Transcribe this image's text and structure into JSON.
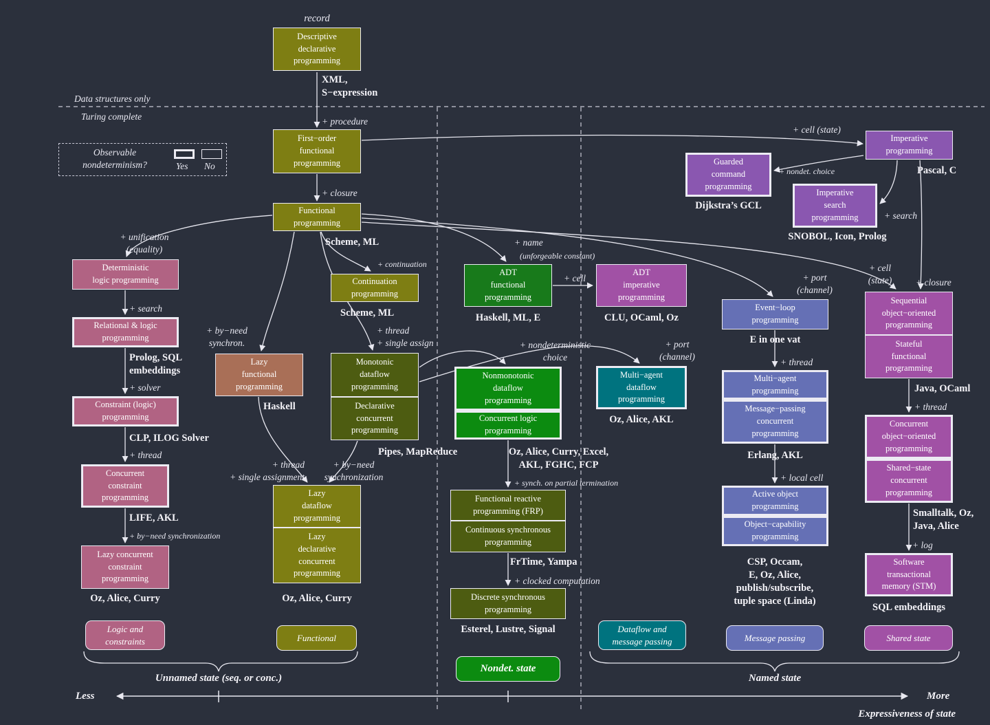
{
  "colors": {
    "background": "#2b303c",
    "line": "#e8e8f0",
    "olive": "#7e7e13",
    "dark_olive_green": "#4d5c11",
    "green": "#187a1b",
    "bright_green": "#0c8b10",
    "rose": "#b16383",
    "brown": "#a96f57",
    "teal": "#00737f",
    "slate_blue": "#6570b5",
    "purple": "#8a57b0",
    "magenta": "#a151a5"
  },
  "legend": {
    "title": "Observable\nnondeterminism?",
    "yes": "Yes",
    "no": "No"
  },
  "boxes": {
    "descriptive": "Descriptive\ndeclarative\nprogramming",
    "first_order": "First−order\nfunctional\nprogramming",
    "functional": "Functional\nprogramming",
    "continuation": "Continuation\nprogramming",
    "det_logic": "Deterministic\nlogic programming",
    "relational": "Relational & logic\nprogramming",
    "constraint": "Constraint (logic)\nprogramming",
    "conc_constraint": "Concurrent\nconstraint\nprogramming",
    "lazy_conc_constraint": "Lazy concurrent\nconstraint\nprogramming",
    "lazy_functional": "Lazy\nfunctional\nprogramming",
    "monotonic": "Monotonic\ndataflow\nprogramming",
    "declarative_conc": "Declarative\nconcurrent\nprogramming",
    "lazy_dataflow": "Lazy\ndataflow\nprogramming",
    "lazy_decl_conc": "Lazy\ndeclarative\nconcurrent\nprogramming",
    "adt_functional": "ADT\nfunctional\nprogramming",
    "adt_imperative": "ADT\nimperative\nprogramming",
    "nonmonotonic": "Nonmonotonic\ndataflow\nprogramming",
    "conc_logic": "Concurrent logic\nprogramming",
    "frp": "Functional reactive\nprogramming (FRP)",
    "cont_sync": "Continuous synchronous\nprogramming",
    "discrete_sync": "Discrete synchronous\nprogramming",
    "multi_agent_df": "Multi−agent\ndataflow\nprogramming",
    "event_loop": "Event−loop\nprogramming",
    "multi_agent": "Multi−agent\nprogramming",
    "msg_passing": "Message−passing\nconcurrent\nprogramming",
    "active_object": "Active object\nprogramming",
    "obj_capability": "Object−capability\nprogramming",
    "imperative": "Imperative\nprogramming",
    "guarded": "Guarded\ncommand\nprogramming",
    "imp_search": "Imperative\nsearch\nprogramming",
    "seq_oo": "Sequential\nobject−oriented\nprogramming",
    "stateful_fn": "Stateful\nfunctional\nprogramming",
    "conc_oo": "Concurrent\nobject−oriented\nprogramming",
    "shared_conc": "Shared−state\nconcurrent\nprogramming",
    "stm": "Software\ntransactional\nmemory (STM)"
  },
  "caps": {
    "xml": "XML,\nS−expression",
    "scheme1": "Scheme, ML",
    "scheme2": "Scheme, ML",
    "prolog": "Prolog, SQL\nembeddings",
    "clp": "CLP, ILOG Solver",
    "life": "LIFE, AKL",
    "oacc1": "Oz, Alice, Curry",
    "haskell": "Haskell",
    "pipes": "Pipes, MapReduce",
    "oacc2": "Oz, Alice, Curry",
    "hmle": "Haskell, ML, E",
    "clu": "CLU, OCaml, Oz",
    "ozexcel": "Oz, Alice, Curry, Excel,\nAKL, FGHC, FCP",
    "frtime": "FrTime, Yampa",
    "esterel": "Esterel, Lustre, Signal",
    "ozakl": "Oz, Alice, AKL",
    "evat": "E in one vat",
    "erlang": "Erlang, AKL",
    "csp": "CSP, Occam,\nE, Oz, Alice,\npublish/subscribe,\ntuple space (Linda)",
    "pascal": "Pascal, C",
    "gcl": "Dijkstra’s GCL",
    "snobol": "SNOBOL, Icon, Prolog",
    "java": "Java, OCaml",
    "smalltalk": "Smalltalk, Oz,\nJava, Alice",
    "sqlemb": "SQL embeddings"
  },
  "ann": {
    "record": "record",
    "data_only": "Data structures only",
    "turing": "Turing complete",
    "procedure": "+ procedure",
    "closure": "+ closure",
    "continuation": "+ continuation",
    "unification": "+ unification\n(equality)",
    "search_l": "+ search",
    "solver": "+ solver",
    "thread_l": "+ thread",
    "byneed_l": "+ by−need synchronization",
    "byneed_syn": "+ by−need\nsynchron.",
    "thread_single": "+ thread\n+ single assign",
    "thread_single2": "+ thread\n+ single assignment",
    "byneed_sync2": "+ by−need\nsynchronization",
    "name": "+ name",
    "unforgeable": "(unforgeable constant)",
    "cell_adt": "+ cell",
    "nondet_choice": "+ nondeterministic\nchoice",
    "synch_partial": "+ synch. on partial termination",
    "clocked": "+ clocked computation",
    "port1": "+ port\n(channel)",
    "port2": "+ port\n(channel)",
    "thread_el": "+ thread",
    "local_cell": "+ local cell",
    "cell_state1": "+ cell (state)",
    "nondet_choice2": "+ nondet. choice",
    "search_r": "+ search",
    "cell_state2": "+ cell\n(state)",
    "closure_r": "+ closure",
    "thread_r": "+ thread",
    "log": "+ log"
  },
  "cats": {
    "logic": "Logic and\nconstraints",
    "functional": "Functional",
    "dataflow": "Dataflow and\nmessage passing",
    "message": "Message passing",
    "shared": "Shared state",
    "nondet": "Nondet. state"
  },
  "axis": {
    "unnamed": "Unnamed state (seq. or conc.)",
    "named": "Named state",
    "less": "Less",
    "more": "More",
    "expressiveness": "Expressiveness of state"
  }
}
